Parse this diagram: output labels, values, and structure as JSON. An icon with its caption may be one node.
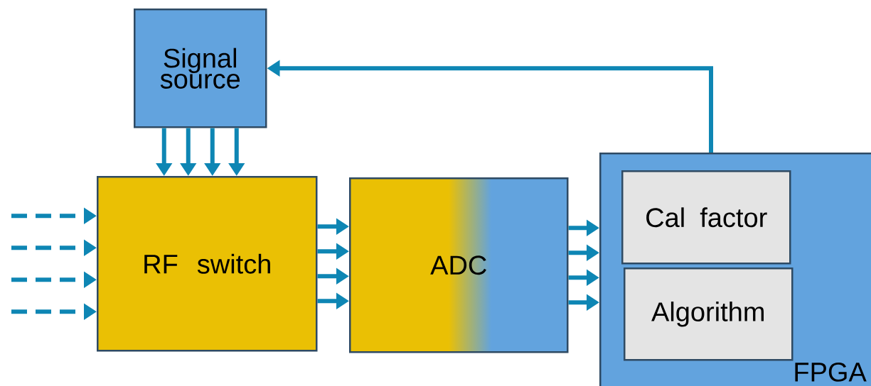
{
  "diagram": {
    "nodes": [
      {
        "text": [
          "Signal source"
        ]
      },
      {
        "text": [
          "RF switch"
        ]
      },
      {
        "text": [
          "ADC"
        ]
      },
      {
        "text": [
          "FPGA"
        ]
      },
      {
        "text": [
          "Cal factor"
        ],
        "in": 3
      },
      {
        "text": [
          "Algorithm"
        ],
        "in": 3
      }
    ],
    "edges": [
      {
        "from": 0,
        "to": 1,
        "arrow": "to"
      },
      {
        "from": 0,
        "to": 1,
        "arrow": "to"
      },
      {
        "from": 0,
        "to": 1,
        "arrow": "to"
      },
      {
        "from": 0,
        "to": 1,
        "arrow": "to"
      },
      {
        "from": null,
        "to": 1,
        "arrow": "to",
        "style": "dashed"
      },
      {
        "from": null,
        "to": 1,
        "arrow": "to",
        "style": "dashed"
      },
      {
        "from": null,
        "to": 1,
        "arrow": "to",
        "style": "dashed"
      },
      {
        "from": null,
        "to": 1,
        "arrow": "to",
        "style": "dashed"
      },
      {
        "from": 1,
        "to": 2,
        "arrow": "to"
      },
      {
        "from": 1,
        "to": 2,
        "arrow": "to"
      },
      {
        "from": 1,
        "to": 2,
        "arrow": "to"
      },
      {
        "from": 1,
        "to": 2,
        "arrow": "to"
      },
      {
        "from": 2,
        "to": 3,
        "arrow": "to"
      },
      {
        "from": 2,
        "to": 3,
        "arrow": "to"
      },
      {
        "from": 2,
        "to": 3,
        "arrow": "to"
      },
      {
        "from": 2,
        "to": 3,
        "arrow": "to"
      },
      {
        "from": 3,
        "to": 0,
        "arrow": "to"
      }
    ]
  }
}
